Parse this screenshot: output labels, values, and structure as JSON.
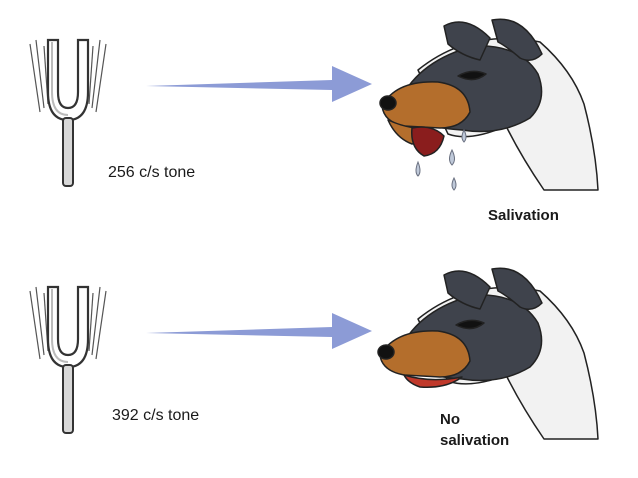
{
  "trials": [
    {
      "tone_label": "256 c/s tone",
      "response_lines": [
        "Salivation"
      ],
      "salivating": true
    },
    {
      "tone_label": "392 c/s tone",
      "response_lines": [
        "No",
        "salivation"
      ],
      "salivating": false
    }
  ],
  "colors": {
    "arrow": "#8c9bd6",
    "fork_outline": "#333333",
    "fork_fill": "#d8d8d8",
    "dog_dark": "#3f434c",
    "dog_tan": "#b46e2c",
    "dog_white": "#f2f2f2",
    "meat": "#8a1d1d",
    "saliva": "#bfc9d9"
  },
  "icons": {
    "fork": "tuning-fork-icon",
    "dog": "dog-head-icon",
    "arrow": "right-arrow-icon"
  }
}
